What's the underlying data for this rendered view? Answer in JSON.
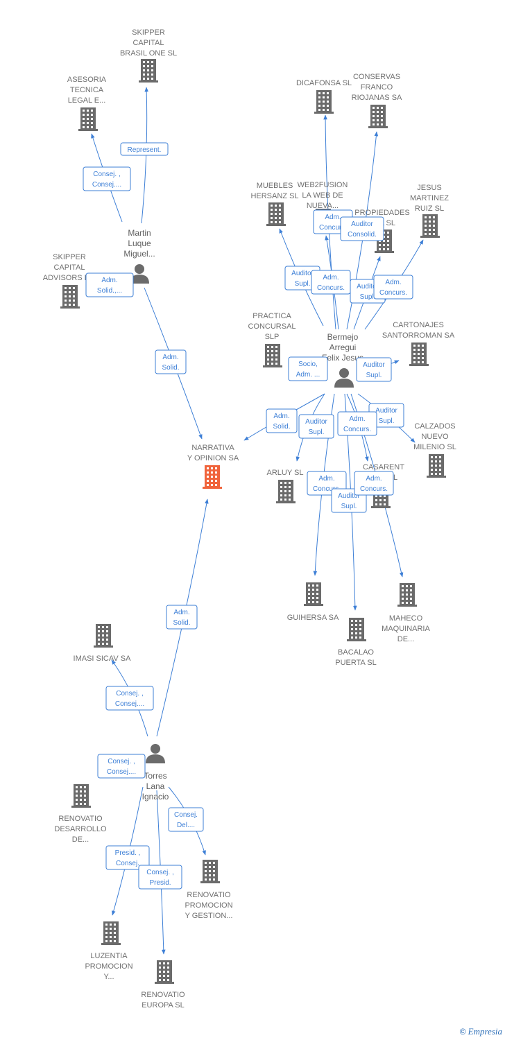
{
  "colors": {
    "edge": "#3d7fd6",
    "company": "#6b6b6b",
    "focus_company": "#f0643c",
    "person": "#6b6b6b"
  },
  "nodes": [
    {
      "id": "skipper_brasil",
      "type": "company",
      "label": [
        "SKIPPER",
        "CAPITAL",
        "BRASIL ONE SL"
      ]
    },
    {
      "id": "asesoria",
      "type": "company",
      "label": [
        "ASESORIA",
        "TECNICA",
        "LEGAL E..."
      ]
    },
    {
      "id": "martin",
      "type": "person",
      "label": [
        "Martin",
        "Luque",
        "Miguel..."
      ]
    },
    {
      "id": "skipper_advisors",
      "type": "company",
      "label": [
        "SKIPPER",
        "CAPITAL",
        "ADVISORS E..."
      ]
    },
    {
      "id": "narrativa",
      "type": "company",
      "focus": true,
      "label": [
        "NARRATIVA",
        "Y OPINION SA"
      ]
    },
    {
      "id": "dicafonsa",
      "type": "company",
      "label": [
        "DICAFONSA SL"
      ]
    },
    {
      "id": "conservas",
      "type": "company",
      "label": [
        "CONSERVAS",
        "FRANCO",
        "RIOJANAS SA"
      ]
    },
    {
      "id": "muebles",
      "type": "company",
      "label": [
        "MUEBLES",
        "HERSANZ SL"
      ]
    },
    {
      "id": "web2fusion",
      "type": "company",
      "label": [
        "WEB2FUSION",
        "LA WEB DE",
        "NUEVA..."
      ]
    },
    {
      "id": "propiedades",
      "type": "company",
      "label": [
        "PROPIEDADES",
        "...JA SL"
      ]
    },
    {
      "id": "jesus",
      "type": "company",
      "label": [
        "JESUS",
        "MARTINEZ",
        "RUIZ SL"
      ]
    },
    {
      "id": "practica",
      "type": "company",
      "label": [
        "PRACTICA",
        "CONCURSAL",
        "SLP"
      ]
    },
    {
      "id": "bermejo",
      "type": "person",
      "label": [
        "Bermejo",
        "Arregui",
        "Felix Jesus"
      ]
    },
    {
      "id": "cartonajes",
      "type": "company",
      "label": [
        "CARTONAJES",
        "SANTORROMAN SA"
      ]
    },
    {
      "id": "calzados",
      "type": "company",
      "label": [
        "CALZADOS",
        "NUEVO",
        "MILENIO SL"
      ]
    },
    {
      "id": "arluy",
      "type": "company",
      "label": [
        "ARLUY SL"
      ]
    },
    {
      "id": "casarent",
      "type": "company",
      "label": [
        "CASARENT",
        "A...S SL"
      ]
    },
    {
      "id": "guihersa",
      "type": "company",
      "label": [
        "GUIHERSA SA"
      ]
    },
    {
      "id": "bacalao",
      "type": "company",
      "label": [
        "BACALAO",
        "PUERTA SL"
      ]
    },
    {
      "id": "maheco",
      "type": "company",
      "label": [
        "MAHECO",
        "MAQUINARIA",
        "DE..."
      ]
    },
    {
      "id": "imasi",
      "type": "company",
      "label": [
        "IMASI SICAV SA"
      ]
    },
    {
      "id": "torres",
      "type": "person",
      "label": [
        "Torres",
        "Lana",
        "Ignacio"
      ]
    },
    {
      "id": "renovatio_des",
      "type": "company",
      "label": [
        "RENOVATIO",
        "DESARROLLO",
        "DE..."
      ]
    },
    {
      "id": "renovatio_prom",
      "type": "company",
      "label": [
        "RENOVATIO",
        "PROMOCION",
        "Y GESTION..."
      ]
    },
    {
      "id": "luzentia",
      "type": "company",
      "label": [
        "LUZENTIA",
        "PROMOCION",
        "Y..."
      ]
    },
    {
      "id": "renovatio_eur",
      "type": "company",
      "label": [
        "RENOVATIO",
        "EUROPA SL"
      ]
    }
  ],
  "edges": [
    {
      "from": "martin",
      "to": "skipper_brasil",
      "label": [
        "Represent."
      ]
    },
    {
      "from": "martin",
      "to": "asesoria",
      "label": [
        "Consej. ,",
        "Consej...."
      ]
    },
    {
      "from": "martin",
      "to": "skipper_advisors",
      "label": [
        "Adm.",
        "Solid.,..."
      ]
    },
    {
      "from": "martin",
      "to": "narrativa",
      "label": [
        "Adm.",
        "Solid."
      ]
    },
    {
      "from": "torres",
      "to": "narrativa",
      "label": [
        "Adm.",
        "Solid."
      ]
    },
    {
      "from": "torres",
      "to": "imasi",
      "label": [
        "Consej. ,",
        "Consej...."
      ]
    },
    {
      "from": "torres",
      "to": "renovatio_des",
      "label": [
        "Consej. ,",
        "Consej...."
      ]
    },
    {
      "from": "torres",
      "to": "renovatio_prom",
      "label": [
        "Consej.",
        "Del...."
      ]
    },
    {
      "from": "torres",
      "to": "luzentia",
      "label": [
        "Presid. ,",
        "Consej."
      ]
    },
    {
      "from": "torres",
      "to": "renovatio_eur",
      "label": [
        "Consej. ,",
        "Presid."
      ]
    },
    {
      "from": "bermejo",
      "to": "narrativa",
      "label": [
        "Adm.",
        "Solid."
      ]
    },
    {
      "from": "bermejo",
      "to": "dicafonsa",
      "label": [
        "Adm.",
        "Concurs."
      ]
    },
    {
      "from": "bermejo",
      "to": "conservas",
      "label": [
        "Auditor",
        "Consolid."
      ]
    },
    {
      "from": "bermejo",
      "to": "muebles",
      "label": [
        "Auditor",
        "Supl."
      ]
    },
    {
      "from": "bermejo",
      "to": "web2fusion",
      "label": [
        "Adm.",
        "Concurs."
      ]
    },
    {
      "from": "bermejo",
      "to": "propiedades",
      "label": [
        "Auditor",
        "Supl."
      ]
    },
    {
      "from": "bermejo",
      "to": "jesus",
      "label": [
        "Adm.",
        "Concurs."
      ]
    },
    {
      "from": "bermejo",
      "to": "practica",
      "label": [
        "Socio,",
        "Adm. ..."
      ]
    },
    {
      "from": "bermejo",
      "to": "cartonajes",
      "label": [
        "Auditor",
        "Supl."
      ]
    },
    {
      "from": "bermejo",
      "to": "arluy",
      "label": [
        "Auditor",
        "Supl."
      ]
    },
    {
      "from": "bermejo",
      "to": "calzados",
      "label": [
        "Auditor",
        "Supl."
      ]
    },
    {
      "from": "bermejo",
      "to": "casarent",
      "label": [
        "Adm.",
        "Concurs."
      ]
    },
    {
      "from": "bermejo",
      "to": "guihersa",
      "label": [
        "Adm.",
        "Concurs."
      ]
    },
    {
      "from": "bermejo",
      "to": "bacalao",
      "label": [
        "Auditor",
        "Supl."
      ]
    },
    {
      "from": "bermejo",
      "to": "maheco",
      "label": [
        "Adm.",
        "Concurs."
      ]
    }
  ],
  "footer": {
    "copyright_symbol": "©",
    "brand": "Empresia"
  }
}
